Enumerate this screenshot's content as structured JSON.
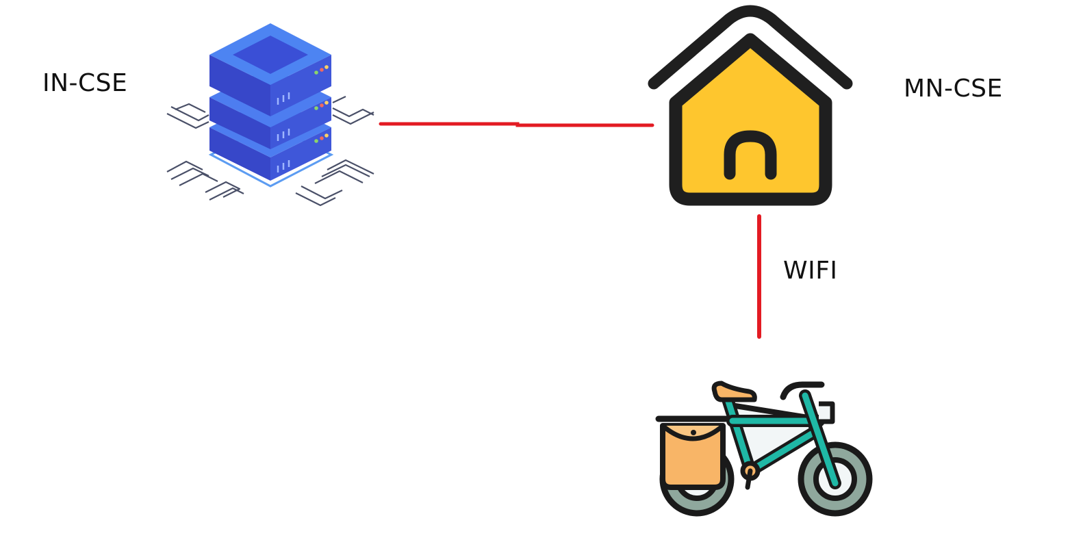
{
  "nodes": {
    "in_cse": {
      "label": "IN-CSE",
      "icon": "server-stack-icon"
    },
    "mn_cse": {
      "label": "MN-CSE",
      "icon": "home-gateway-icon"
    },
    "device": {
      "label": "",
      "icon": "electric-bicycle-icon"
    }
  },
  "links": {
    "in_to_mn": {
      "label": ""
    },
    "mn_to_device": {
      "label": "WIFI"
    }
  },
  "colors": {
    "link": "#e31b23",
    "server_top": "#4d7df0",
    "server_body": "#3a4fd6",
    "house_fill": "#fec62e",
    "outline": "#1f1f1f",
    "bike_frame": "#1fb8a6",
    "bag": "#f8b567"
  }
}
